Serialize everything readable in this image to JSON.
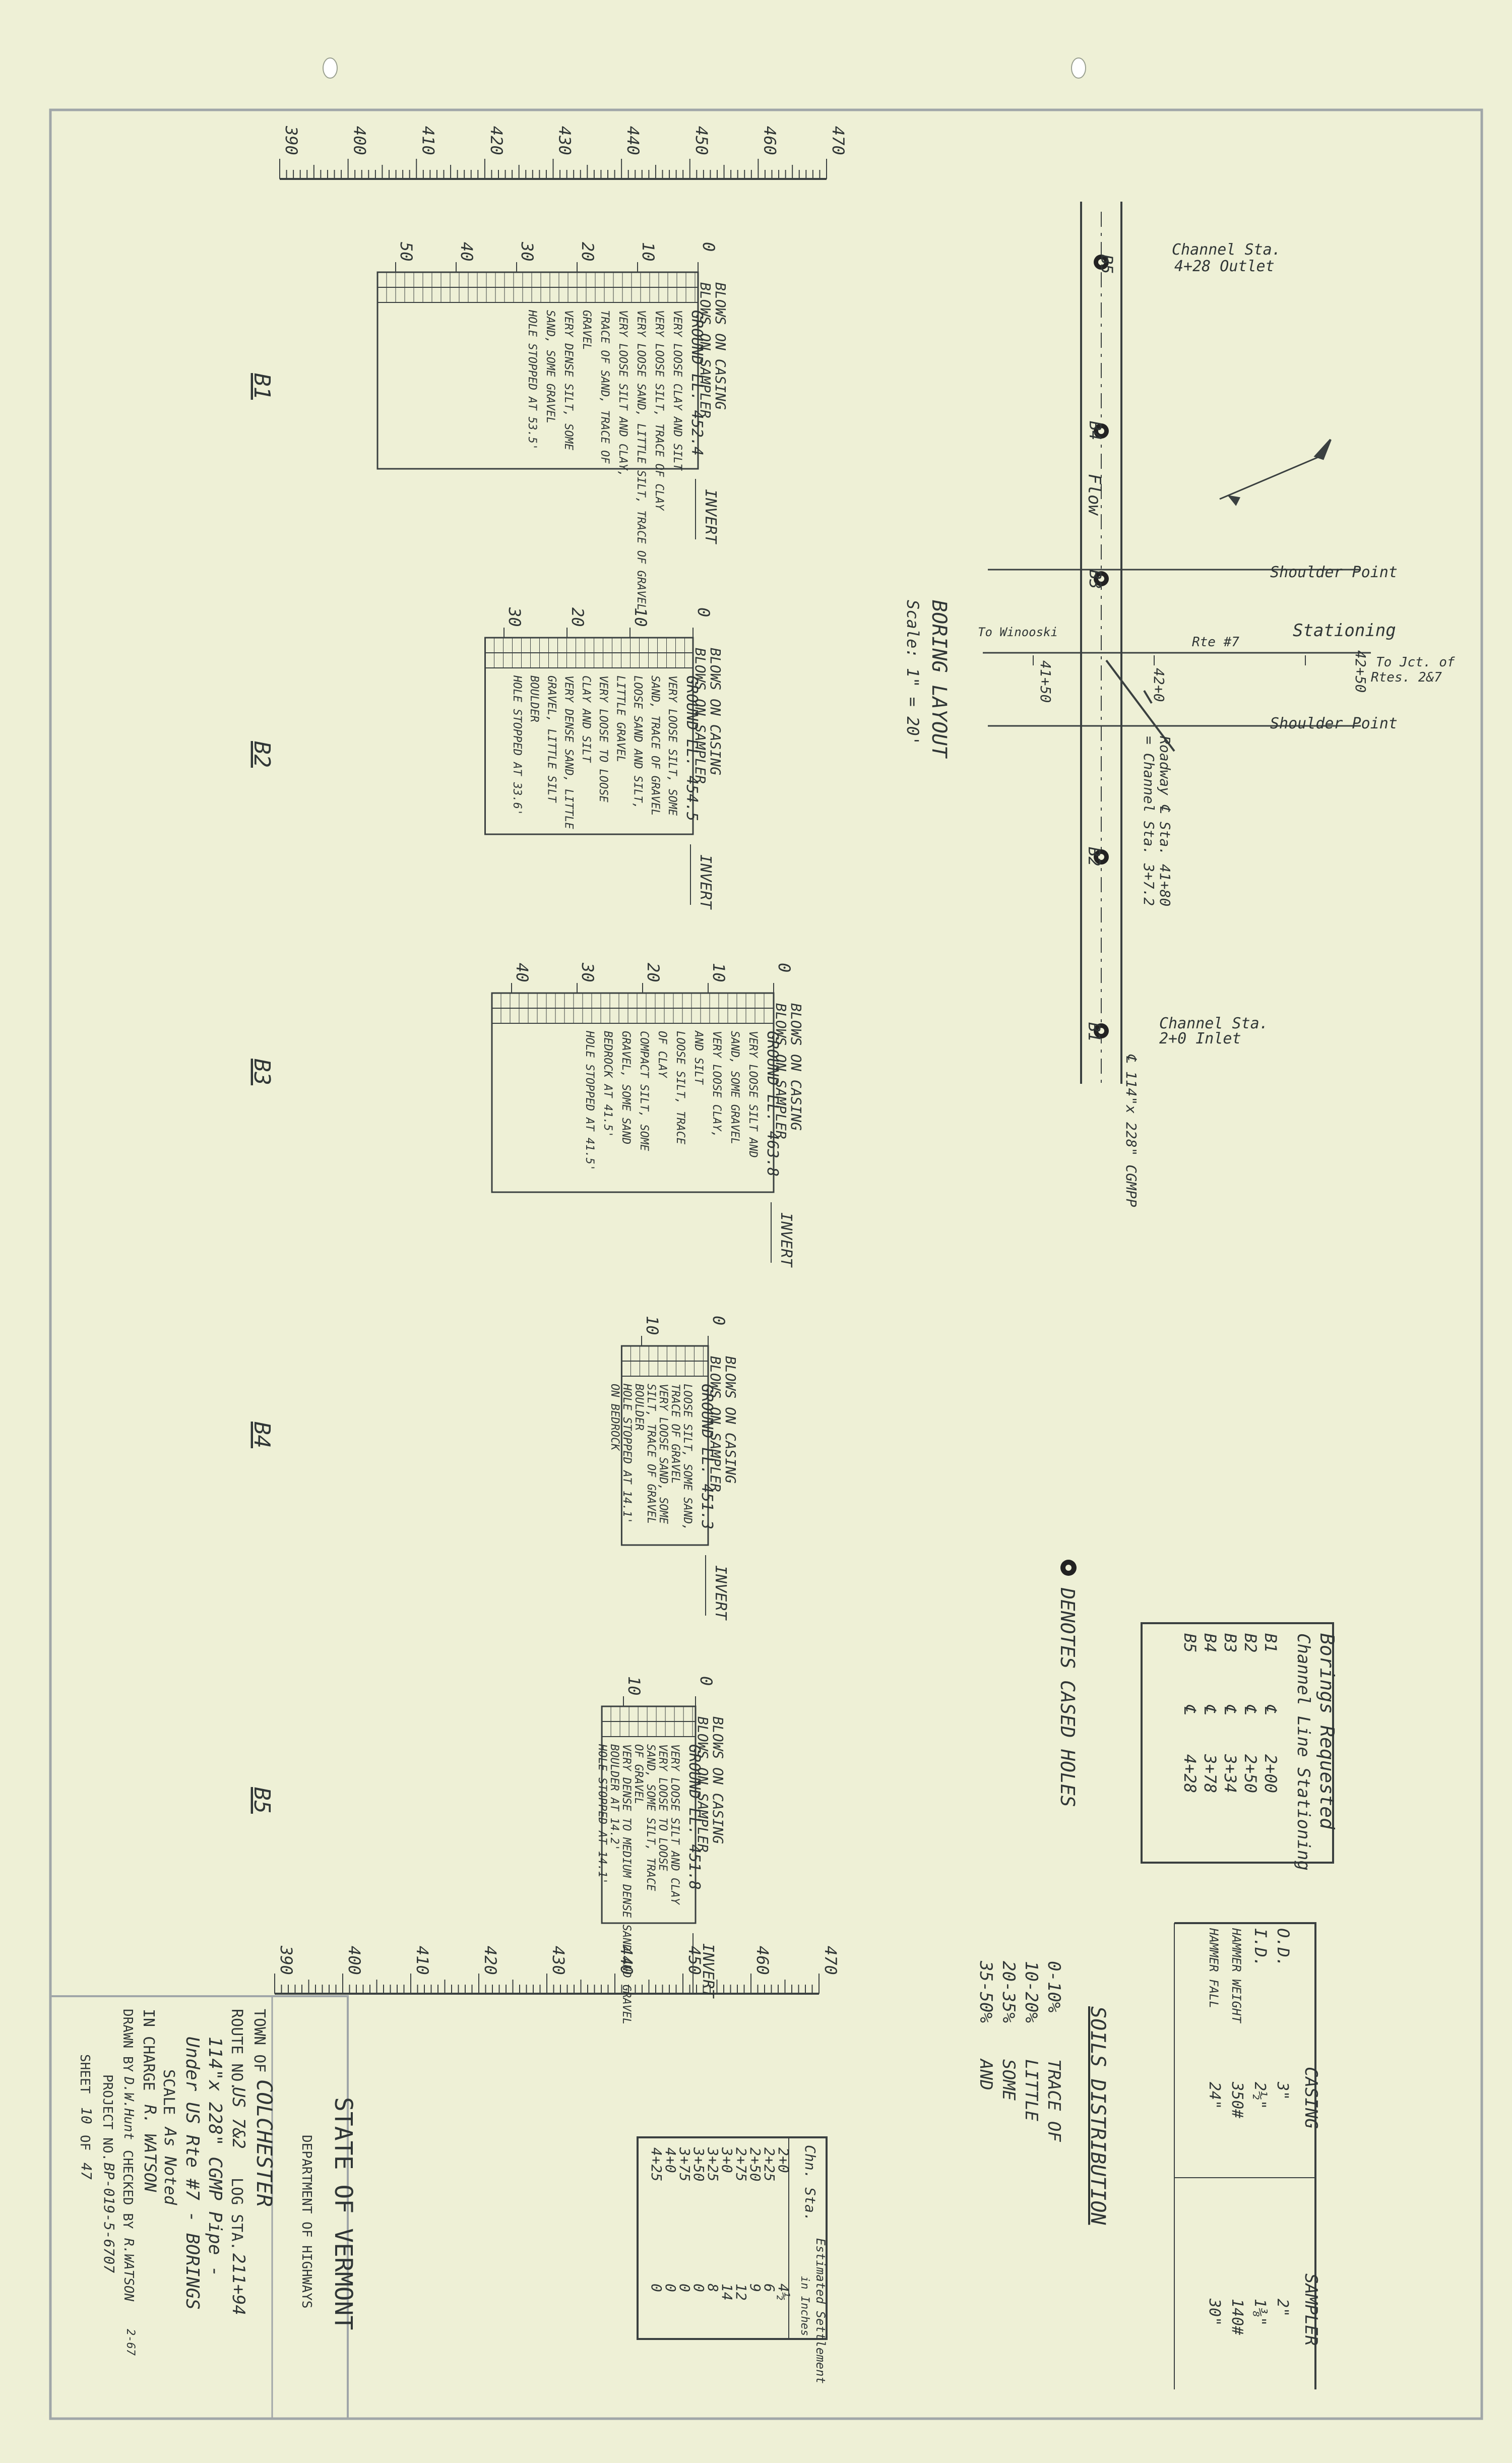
{
  "title_block": {
    "state": "STATE OF VERMONT",
    "department": "DEPARTMENT OF HIGHWAYS",
    "town_label": "TOWN OF",
    "town": "COLCHESTER",
    "route_label": "ROUTE NO.",
    "route": "US 7&2",
    "log_label": "LOG STA.",
    "log_sta": "211+94",
    "desc1": "114\"x 228\" CGMP Pipe -",
    "desc2": "Under US Rte #7 - BORINGS",
    "scale_label": "SCALE",
    "scale": "As Noted",
    "in_charge_label": "IN CHARGE",
    "in_charge": "R. WATSON",
    "drawn_label": "DRAWN BY",
    "drawn": "D.W.Hunt",
    "checked_label": "CHECKED BY",
    "checked": "R.WATSON",
    "date": "2-67",
    "project_label": "PROJECT NO.",
    "project": "BP-019-5-6707",
    "sheet_label": "SHEET",
    "sheet": "10",
    "of_label": "OF",
    "of": "47"
  },
  "layout_plan": {
    "title": "BORING LAYOUT",
    "scale": "Scale: 1\" = 20'",
    "outlet": [
      "Channel Sta.",
      "4+28 Outlet"
    ],
    "inlet": [
      "Channel Sta.",
      "2+0 Inlet"
    ],
    "shoulder_top": "Shoulder Point",
    "shoulder_bottom": "Shoulder Point",
    "stationing": "Stationing",
    "route": "Rte #7",
    "to_winooski": "To Winooski",
    "to_jct": [
      "To Jct. of",
      "Rtes. 2&7"
    ],
    "sta_left": "41+50",
    "sta_mid": "42+0",
    "sta_right": "42+50",
    "roadway": [
      "Roadway ℄ Sta. 41+80",
      "= Channel Sta. 3+7.2"
    ],
    "flow": "Flow",
    "pipe": "℄ 114\"x 228\" CGMPP",
    "borings": [
      "B1",
      "B2",
      "B3",
      "B4",
      "B5"
    ]
  },
  "borings_requested": {
    "title": "Borings Requested",
    "subtitle": "Channel Line Stationing",
    "rows": [
      [
        "B1",
        "℄",
        "2+00"
      ],
      [
        "B2",
        "℄",
        "2+50"
      ],
      [
        "B3",
        "℄",
        "3+34"
      ],
      [
        "B4",
        "℄",
        "3+78"
      ],
      [
        "B5",
        "℄",
        "4+28"
      ]
    ]
  },
  "legend": {
    "cased": "DENOTES CASED HOLES"
  },
  "casing_table": {
    "headers": [
      "",
      "CASING",
      "SAMPLER"
    ],
    "rows": [
      [
        "O.D.",
        "3\"",
        "2\""
      ],
      [
        "I.D.",
        "2½\"",
        "1⅜\""
      ],
      [
        "HAMMER WEIGHT",
        "350#",
        "140#"
      ],
      [
        "HAMMER FALL",
        "24\"",
        "30\""
      ]
    ]
  },
  "soils_distribution": {
    "title": "SOILS DISTRIBUTION",
    "rows": [
      [
        "0-10%",
        "TRACE OF"
      ],
      [
        "10-20%",
        "LITTLE"
      ],
      [
        "20-35%",
        "SOME"
      ],
      [
        "35-50%",
        "AND"
      ]
    ]
  },
  "settlement": {
    "headers": [
      "Chn. Sta.",
      "Estimated Settlement",
      "in Inches"
    ],
    "rows": [
      [
        "2+0",
        "4½"
      ],
      [
        "2+25",
        "6"
      ],
      [
        "2+50",
        "9"
      ],
      [
        "2+75",
        "12"
      ],
      [
        "3+0",
        "14"
      ],
      [
        "3+25",
        "8"
      ],
      [
        "3+50",
        "0"
      ],
      [
        "3+75",
        "0"
      ],
      [
        "4+0",
        "0"
      ],
      [
        "4+25",
        "0"
      ]
    ]
  },
  "profile": {
    "blows_casing": "BLOWS ON CASING",
    "blows_sampler": "BLOWS ON SAMPLER",
    "invert": "INVERT",
    "scale_top": [
      "390",
      "400",
      "410",
      "420",
      "430",
      "440",
      "450",
      "460",
      "470"
    ],
    "scale_bottom": [
      "390",
      "400",
      "410",
      "420",
      "430",
      "440",
      "450",
      "460",
      "470"
    ],
    "borings": [
      {
        "id": "B5",
        "ground": "GROUND EL. 451.8",
        "depth_ticks": [
          "0",
          "10"
        ],
        "lines": [
          "VERY LOOSE SILT AND CLAY",
          "VERY LOOSE TO LOOSE",
          "SAND, SOME SILT, TRACE",
          "OF GRAVEL",
          "VERY DENSE TO MEDIUM DENSE SAND AND GRAVEL",
          "BOULDER AT 14.2'",
          "HOLE STOPPED AT 14.1'"
        ]
      },
      {
        "id": "B4",
        "ground": "GROUND EL. 451.3",
        "depth_ticks": [
          "0",
          "10"
        ],
        "lines": [
          "LOOSE SILT, SOME SAND,",
          "TRACE OF GRAVEL",
          "VERY LOOSE SAND, SOME",
          "SILT, TRACE OF GRAVEL",
          "BOULDER",
          "HOLE STOPPED AT 14.1'",
          "ON BEDROCK"
        ]
      },
      {
        "id": "B3",
        "ground": "GROUND EL. 463.8",
        "depth_ticks": [
          "0",
          "10",
          "20",
          "30",
          "40"
        ],
        "lines": [
          "VERY LOOSE SILT AND",
          "SAND, SOME GRAVEL",
          "VERY LOOSE CLAY,",
          "AND SILT",
          "LOOSE SILT, TRACE",
          "OF CLAY",
          "COMPACT SILT, SOME",
          "GRAVEL, SOME SAND",
          "BEDROCK AT 41.5'",
          "HOLE STOPPED AT 41.5'"
        ]
      },
      {
        "id": "B2",
        "ground": "GROUND EL. 454.5",
        "depth_ticks": [
          "0",
          "10",
          "20",
          "30"
        ],
        "lines": [
          "VERY LOOSE SILT, SOME",
          "SAND, TRACE OF GRAVEL",
          "LOOSE SAND AND SILT,",
          "LITTLE GRAVEL",
          "VERY LOOSE TO LOOSE",
          "CLAY AND SILT",
          "VERY DENSE SAND, LITTLE",
          "GRAVEL, LITTLE SILT",
          "BOULDER",
          "HOLE STOPPED AT 33.6'"
        ]
      },
      {
        "id": "B1",
        "ground": "GROUND EL. 452.4",
        "depth_ticks": [
          "0",
          "10",
          "20",
          "30",
          "40",
          "50"
        ],
        "lines": [
          "VERY LOOSE CLAY AND SILT",
          "VERY LOOSE SILT, TRACE OF CLAY",
          "VERY LOOSE SAND, LITTLE SILT, TRACE OF GRAVEL",
          "VERY LOOSE SILT AND CLAY,",
          "TRACE OF SAND, TRACE OF",
          "GRAVEL",
          "VERY DENSE SILT, SOME",
          "SAND, SOME GRAVEL",
          "HOLE STOPPED AT 53.5'"
        ]
      }
    ]
  }
}
